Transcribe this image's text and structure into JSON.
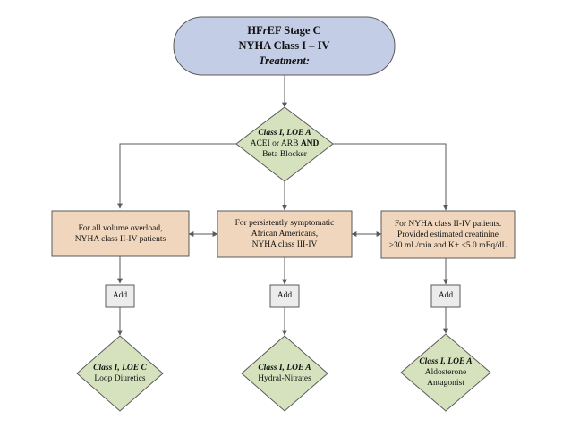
{
  "start": {
    "line1_pre": "HF",
    "line1_em": "r",
    "line1_post": "EF Stage C",
    "line2": "NYHA Class I – IV",
    "line3": "Treatment:"
  },
  "top_decision": {
    "class": "Class I, LOE A",
    "line2_pre": "ACEI or ARB",
    "line2_and": "AND",
    "line3": "Beta Blocker"
  },
  "boxes": [
    {
      "lines": [
        "For all volume overload,",
        "NYHA class II-IV patients"
      ]
    },
    {
      "lines": [
        "For persistently symptomatic",
        "African Americans,",
        "NYHA class III-IV"
      ]
    },
    {
      "lines": [
        "For NYHA class II-IV patients.",
        "Provided  estimated creatinine",
        ">30 mL/min and K+ <5.0 mEq/dL"
      ]
    }
  ],
  "add_label": "Add",
  "outcomes": [
    {
      "class": "Class I, LOE C",
      "lines": [
        "Loop Diuretics"
      ]
    },
    {
      "class": "Class I, LOE A",
      "lines": [
        "Hydral-Nitrates"
      ]
    },
    {
      "class": "Class I, LOE A",
      "lines": [
        "Aldosterone",
        "Antagonist"
      ]
    }
  ],
  "colors": {
    "start_fill": "#c4cde6",
    "diamond_fill": "#d6e2be",
    "box_fill": "#f0d6bd",
    "add_fill": "#ececec",
    "stroke": "#5a5a5a"
  }
}
